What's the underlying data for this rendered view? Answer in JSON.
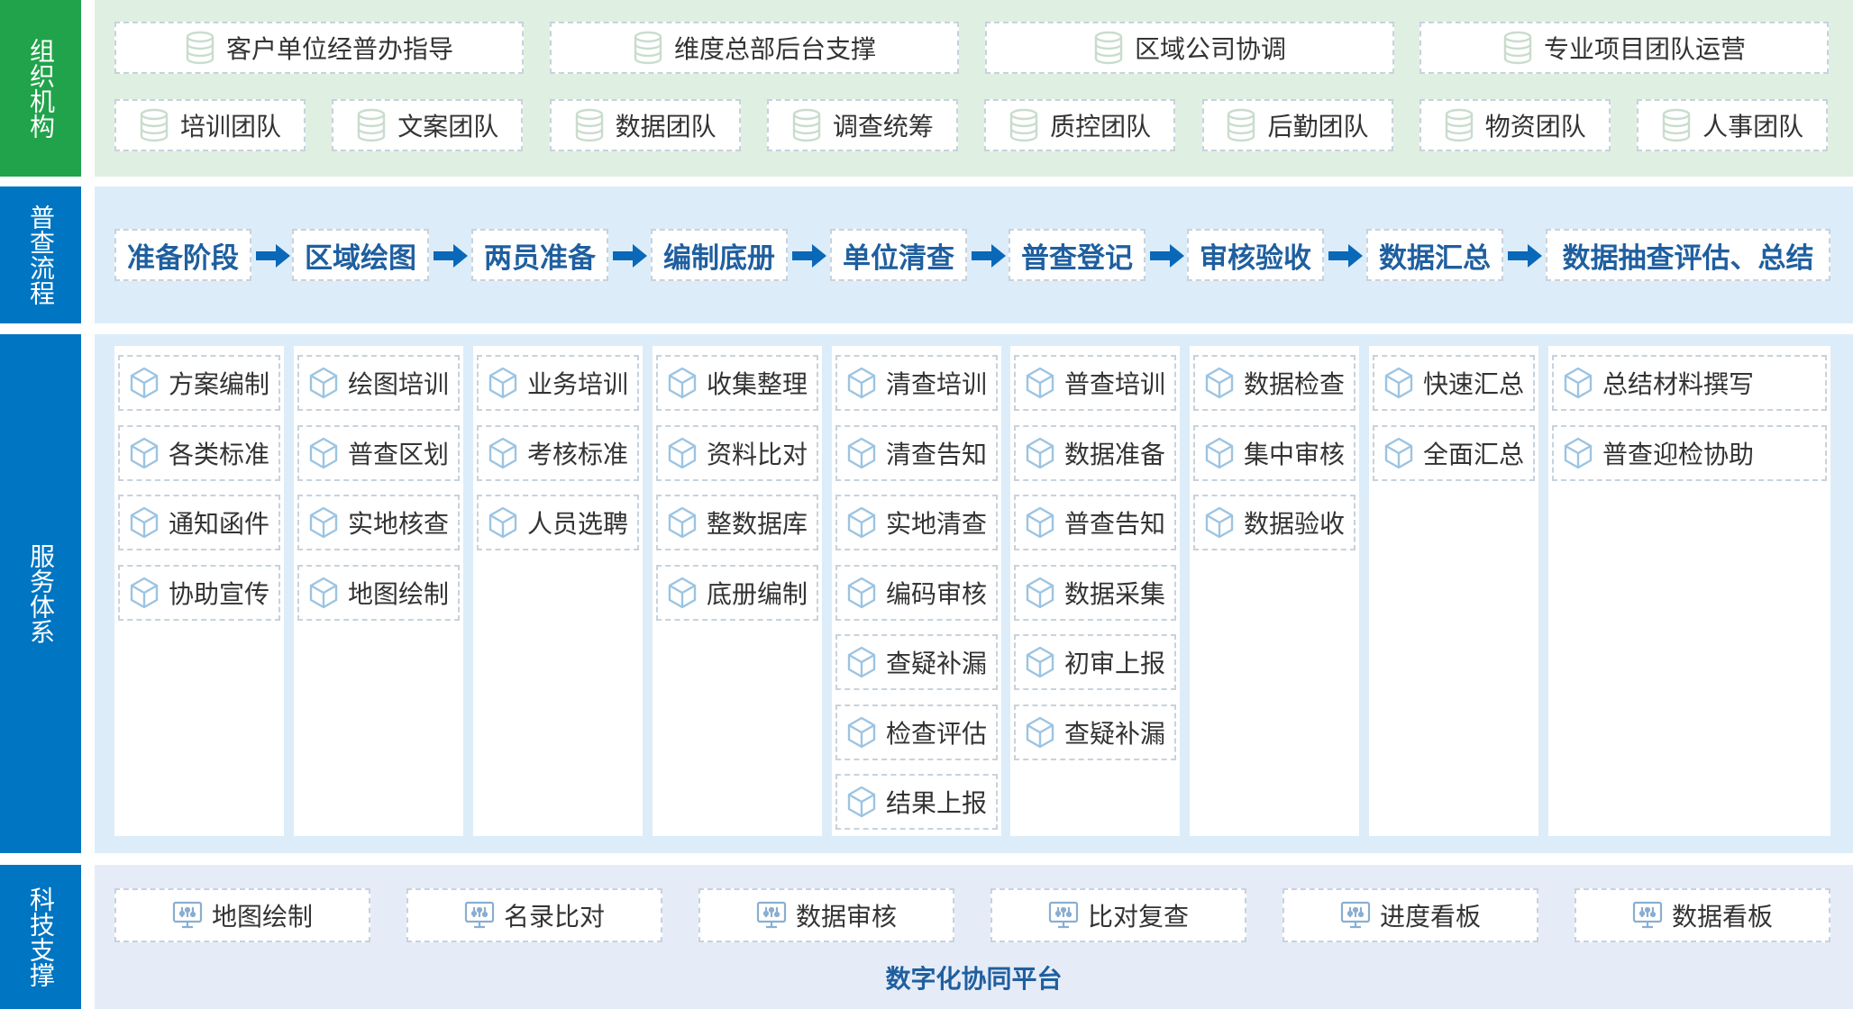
{
  "sections": {
    "org": "组织机构",
    "process": "普查流程",
    "service": "服务体系",
    "tech": "科技支撑"
  },
  "org_row1": [
    "客户单位经普办指导",
    "维度总部后台支撑",
    "区域公司协调",
    "专业项目团队运营"
  ],
  "org_row2": [
    "培训团队",
    "文案团队",
    "数据团队",
    "调查统筹",
    "质控团队",
    "后勤团队",
    "物资团队",
    "人事团队"
  ],
  "flow": [
    "准备阶段",
    "区域绘图",
    "两员准备",
    "编制底册",
    "单位清查",
    "普查登记",
    "审核验收",
    "数据汇总",
    "数据抽查评估、总结"
  ],
  "services": [
    [
      "方案编制",
      "各类标准",
      "通知函件",
      "协助宣传"
    ],
    [
      "绘图培训",
      "普查区划",
      "实地核查",
      "地图绘制"
    ],
    [
      "业务培训",
      "考核标准",
      "人员选聘"
    ],
    [
      "收集整理",
      "资料比对",
      "整数据库",
      "底册编制"
    ],
    [
      "清查培训",
      "清查告知",
      "实地清查",
      "编码审核",
      "查疑补漏",
      "检查评估",
      "结果上报"
    ],
    [
      "普查培训",
      "数据准备",
      "普查告知",
      "数据采集",
      "初审上报",
      "查疑补漏"
    ],
    [
      "数据检查",
      "集中审核",
      "数据验收"
    ],
    [
      "快速汇总",
      "全面汇总"
    ],
    [
      "总结材料撰写",
      "普查迎检协助"
    ]
  ],
  "tech_items": [
    "地图绘制",
    "名录比对",
    "数据审核",
    "比对复查",
    "进度看板",
    "数据看板"
  ],
  "platform": "数字化协同平台",
  "colors": {
    "green": "#20a34a",
    "blue": "#0075c2",
    "org_bg": "#dff0e2",
    "process_bg": "#dcedf9",
    "service_bg": "#dcedf9",
    "tech_bg": "#e6ecf7",
    "flow_text": "#1f5f9f"
  }
}
